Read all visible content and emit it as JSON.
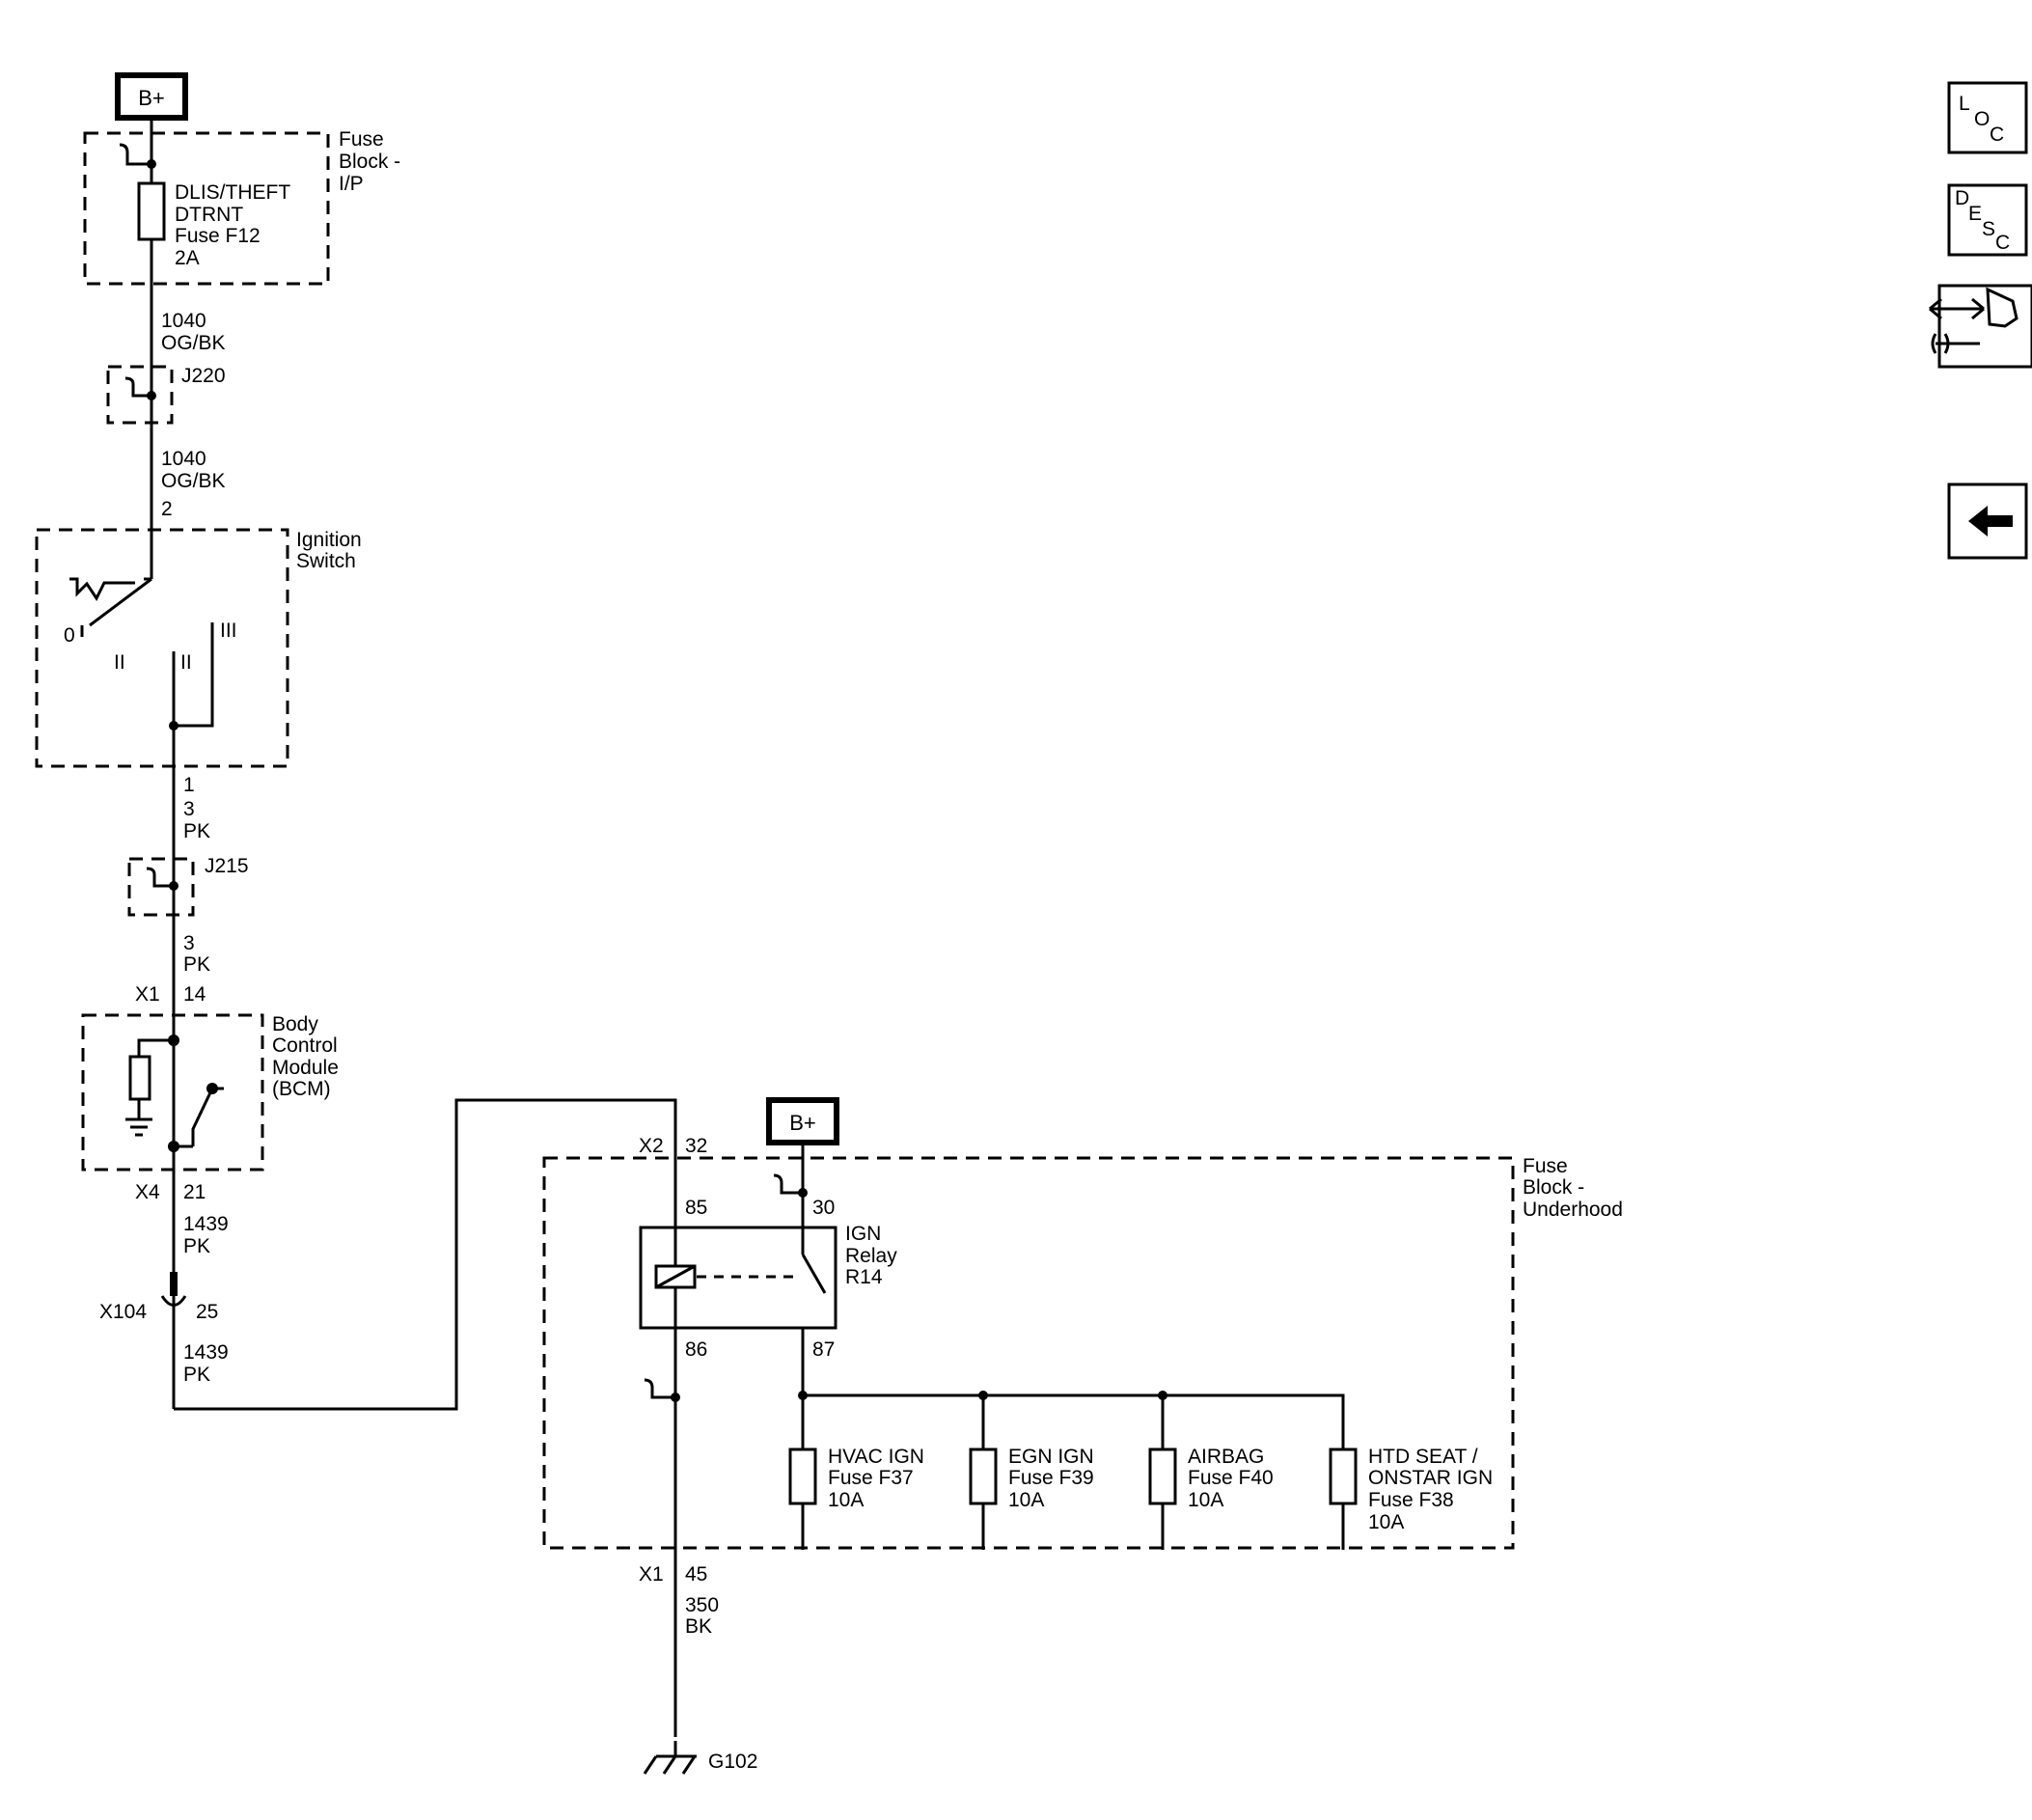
{
  "top_bplus": "B+",
  "fuse_block_ip": [
    "Fuse",
    "Block -",
    "I/P"
  ],
  "fuse_f12": [
    "DLIS/THEFT",
    "DTRNT",
    "Fuse F12",
    "2A"
  ],
  "wire_1040_a": [
    "1040",
    "OG/BK"
  ],
  "j220": "J220",
  "wire_1040_b": [
    "1040",
    "OG/BK"
  ],
  "ign_pin_2": "2",
  "ignition_switch": [
    "Ignition",
    "Switch"
  ],
  "pos_0": "0",
  "pos_i": "II",
  "pos_ii": "II",
  "pos_iii": "III",
  "ign_pin_1": "1",
  "wire_3_a": [
    "3",
    "PK"
  ],
  "j215": "J215",
  "wire_3_b": [
    "3",
    "PK"
  ],
  "bcm_x1": "X1",
  "bcm_pin14": "14",
  "bcm": [
    "Body",
    "Control",
    "Module",
    "(BCM)"
  ],
  "bcm_x4": "X4",
  "bcm_pin21": "21",
  "wire_1439_a": [
    "1439",
    "PK"
  ],
  "x104": "X104",
  "x104_pin": "25",
  "wire_1439_b": [
    "1439",
    "PK"
  ],
  "x2": "X2",
  "x2_pin": "32",
  "relay_bplus": "B+",
  "fuse_block_uh": [
    "Fuse",
    "Block -",
    "Underhood"
  ],
  "pin85": "85",
  "pin30": "30",
  "relay": [
    "IGN",
    "Relay",
    "R14"
  ],
  "pin86": "86",
  "pin87": "87",
  "fuse_f37": [
    "HVAC IGN",
    "Fuse F37",
    "10A"
  ],
  "fuse_f39": [
    "EGN IGN",
    "Fuse F39",
    "10A"
  ],
  "fuse_f40": [
    "AIRBAG",
    "Fuse F40",
    "10A"
  ],
  "fuse_f38": [
    "HTD SEAT /",
    "ONSTAR IGN",
    "Fuse F38",
    "10A"
  ],
  "x1_gnd": "X1",
  "x1_gnd_pin": "45",
  "wire_350": [
    "350",
    "BK"
  ],
  "g102": "G102",
  "nav": {
    "loc": [
      "L",
      "O",
      "C"
    ],
    "desc": [
      "D",
      "E",
      "S",
      "C"
    ]
  }
}
